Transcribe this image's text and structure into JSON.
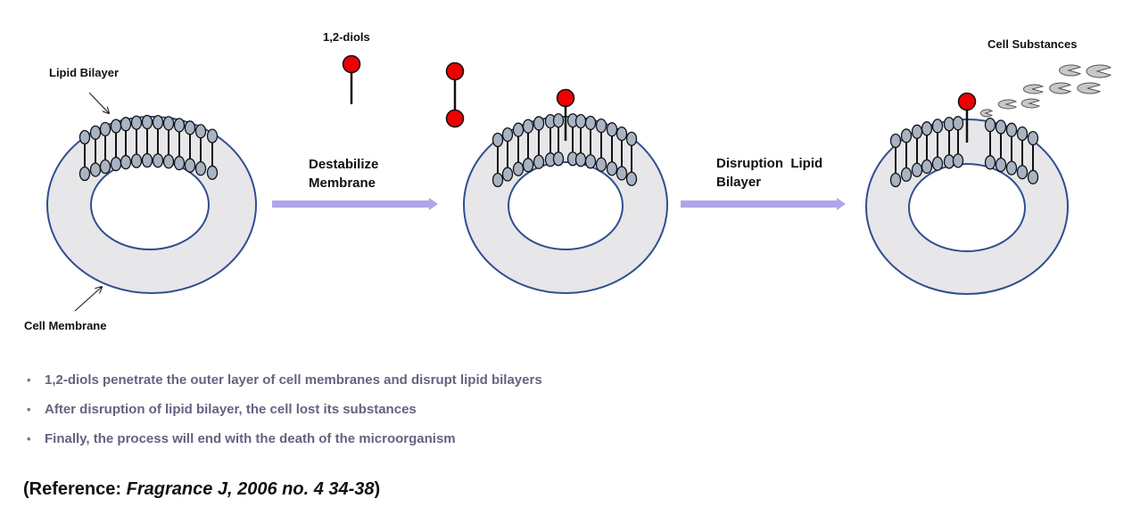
{
  "labels": {
    "lipid_bilayer": "Lipid Bilayer",
    "cell_membrane": "Cell Membrane",
    "diols": "1,2-diols",
    "cell_substances": "Cell Substances"
  },
  "steps": [
    {
      "line1": "Destabilize",
      "line2": "Membrane"
    },
    {
      "line1": "Disruption  Lipid",
      "line2": "Bilayer"
    }
  ],
  "bullets": [
    "1,2-diols penetrate the outer layer of cell membranes and disrupt lipid bilayers",
    "After disruption of lipid bilayer, the cell lost its substances",
    "Finally, the process will end with the death of the microorganism"
  ],
  "reference": {
    "prefix": "(Reference: ",
    "journal": "Fragrance J, 2006 no. 4 34-38",
    "suffix": ")"
  },
  "colors": {
    "membrane_fill": "#e7e6e8",
    "membrane_stroke": "#2f4f8f",
    "lipid_head": "#a8b4c4",
    "diol_head": "#ee0000",
    "arrow": "#b3a4ea",
    "substance": "#c8c8c8",
    "bullet_text": "#6a6080"
  }
}
